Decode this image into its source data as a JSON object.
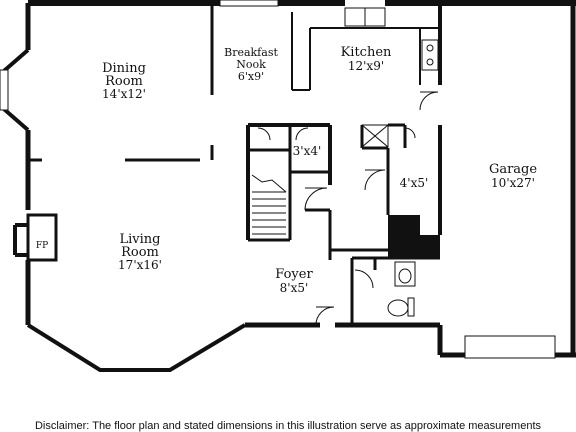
{
  "rooms": {
    "dining": {
      "name": "Dining",
      "name2": "Room",
      "dims": "14'x12'"
    },
    "breakfast": {
      "name": "Breakfast",
      "name2": "Nook",
      "dims": "6'x9'"
    },
    "kitchen": {
      "name": "Kitchen",
      "dims": "12'x9'"
    },
    "closet_3x4": {
      "dims": "3'x4'"
    },
    "closet_4x5": {
      "dims": "4'x5'"
    },
    "garage": {
      "name": "Garage",
      "dims": "10'x27'"
    },
    "living": {
      "name": "Living",
      "name2": "Room",
      "dims": "17'x16'"
    },
    "foyer": {
      "name": "Foyer",
      "dims": "8'x5'"
    }
  },
  "fireplace": {
    "label": "FP"
  },
  "disclaimer": "Disclaimer: The floor plan and stated dimensions in this illustration serve as approximate measurements",
  "colors": {
    "wall": "#111111",
    "background": "#ffffff"
  }
}
